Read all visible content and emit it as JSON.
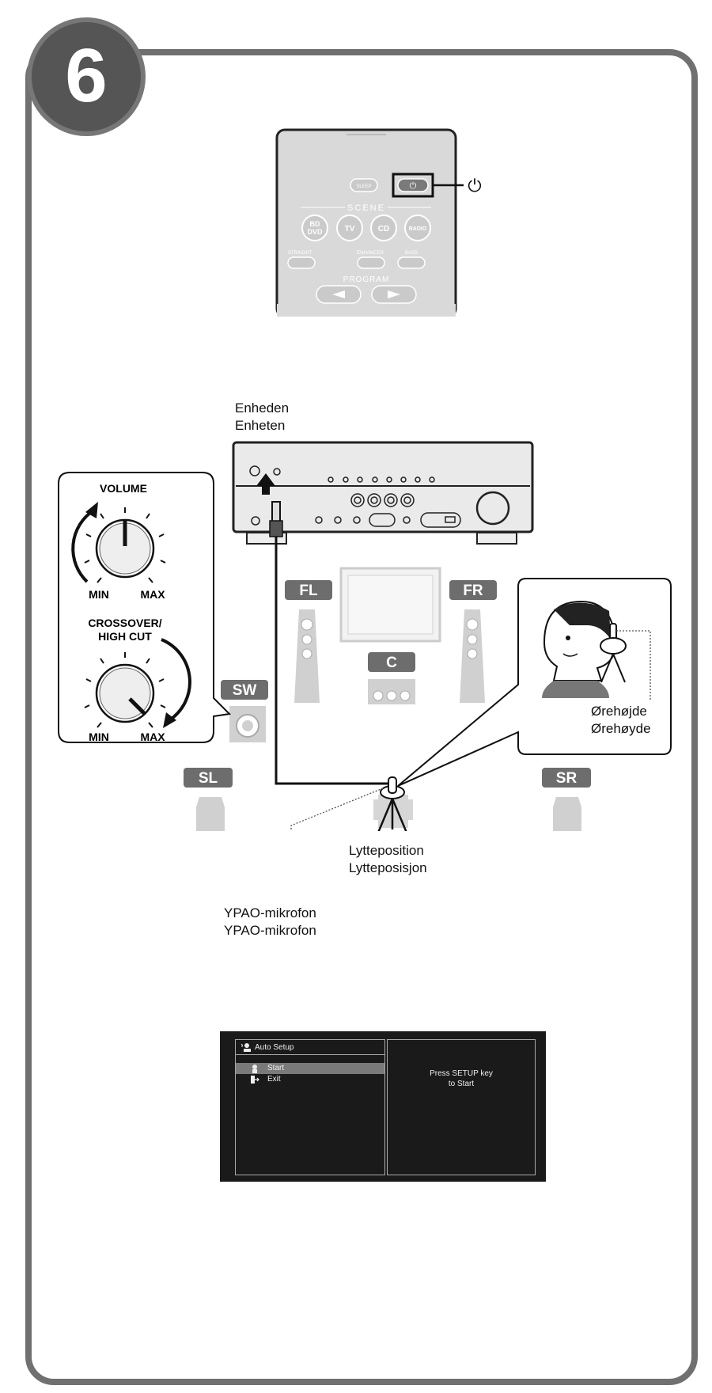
{
  "step_number": "6",
  "remote": {
    "sleep_label": "SLEEP",
    "scene_label": "SCENE",
    "buttons": [
      "BD DVD",
      "TV",
      "CD",
      "RADIO"
    ],
    "bd_line1": "BD",
    "bd_line2": "DVD",
    "straight_label": "STRAIGHT",
    "enhancer_label": "ENHANCER",
    "bass_label": "BASS",
    "program_label": "PROGRAM",
    "power_symbol": "⏻"
  },
  "unit_label": [
    "Enheden",
    "Enheten"
  ],
  "knobs": {
    "volume_label": "VOLUME",
    "crossover_label_1": "CROSSOVER/",
    "crossover_label_2": "HIGH CUT",
    "min_label": "MIN",
    "max_label": "MAX"
  },
  "speakers": {
    "fl": "FL",
    "fr": "FR",
    "c": "C",
    "sw": "SW",
    "sl": "SL",
    "sr": "SR"
  },
  "ear_height_label": [
    "Ørehøjde",
    "Ørehøyde"
  ],
  "listening_label": [
    "Lytteposition",
    "Lytteposisjon"
  ],
  "mic_label": [
    "YPAO-mikrofon",
    "YPAO-mikrofon"
  ],
  "osd": {
    "title": "Auto Setup",
    "menu": [
      {
        "label": "Start",
        "selected": true
      },
      {
        "label": "Exit",
        "selected": false
      }
    ],
    "message_1": "Press SETUP key",
    "message_2": "to Start"
  },
  "colors": {
    "frame": "#707070",
    "badge": "#555555",
    "speaker_tag": "#6d6d6d",
    "screen": "#1a1a1a"
  }
}
